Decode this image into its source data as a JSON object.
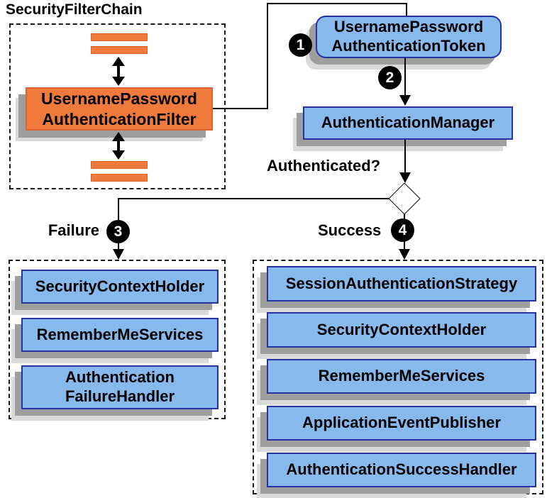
{
  "colors": {
    "orange_fill": "#F0793C",
    "orange_border": "#DD6330",
    "blue_fill": "#87B9ED",
    "blue_border": "#2533A0",
    "shadow_mid": "#9E9E9E",
    "shadow_light": "#DADADA",
    "line_color": "#000000"
  },
  "filter_chain": {
    "title": "SecurityFilterChain",
    "filter": {
      "line1": "UsernamePassword",
      "line2": "AuthenticationFilter"
    }
  },
  "flow": {
    "token": {
      "line1": "UsernamePassword",
      "line2": "AuthenticationToken"
    },
    "manager": "AuthenticationManager",
    "question": "Authenticated?",
    "failure_label": "Failure",
    "success_label": "Success",
    "badges": {
      "b1": "1",
      "b2": "2",
      "b3": "3",
      "b4": "4"
    }
  },
  "failure_branch": {
    "boxes": [
      {
        "line1": "SecurityContextHolder"
      },
      {
        "line1": "RememberMeServices"
      },
      {
        "line1": "Authentication",
        "line2": "FailureHandler"
      }
    ]
  },
  "success_branch": {
    "boxes": [
      {
        "line1": "SessionAuthenticationStrategy"
      },
      {
        "line1": "SecurityContextHolder"
      },
      {
        "line1": "RememberMeServices"
      },
      {
        "line1": "ApplicationEventPublisher"
      },
      {
        "line1": "AuthenticationSuccessHandler"
      }
    ]
  }
}
